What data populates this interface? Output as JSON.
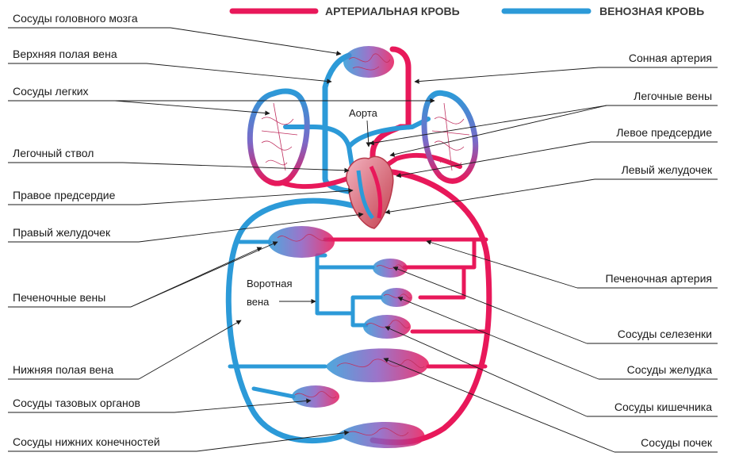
{
  "legend": {
    "arterial": {
      "label": "АРТЕРИАЛЬНАЯ КРОВЬ",
      "color": "#e8185a"
    },
    "venous": {
      "label": "ВЕНОЗНАЯ КРОВЬ",
      "color": "#2c9ad8"
    }
  },
  "labels_left": [
    "Сосуды головного мозга",
    "Верхняя полая вена",
    "Сосуды легких",
    "Легочный ствол",
    "Правое предсердие",
    "Правый желудочек",
    "Печеночные вены",
    "Нижняя полая вена",
    "Сосуды тазовых органов",
    "Сосуды нижних конечностей"
  ],
  "labels_right": [
    "Сонная артерия",
    "Легочные вены",
    "Левое предсердие",
    "Левый желудочек",
    "Печеночная артерия",
    "Сосуды селезенки",
    "Сосуды желудка",
    "Сосуды кишечника",
    "Сосуды почек"
  ],
  "inner_labels": {
    "aorta": "Аорта",
    "portal_vein_line1": "Воротная",
    "portal_vein_line2": "вена"
  },
  "icons": {
    "arrow_head": "arrow-icon"
  }
}
